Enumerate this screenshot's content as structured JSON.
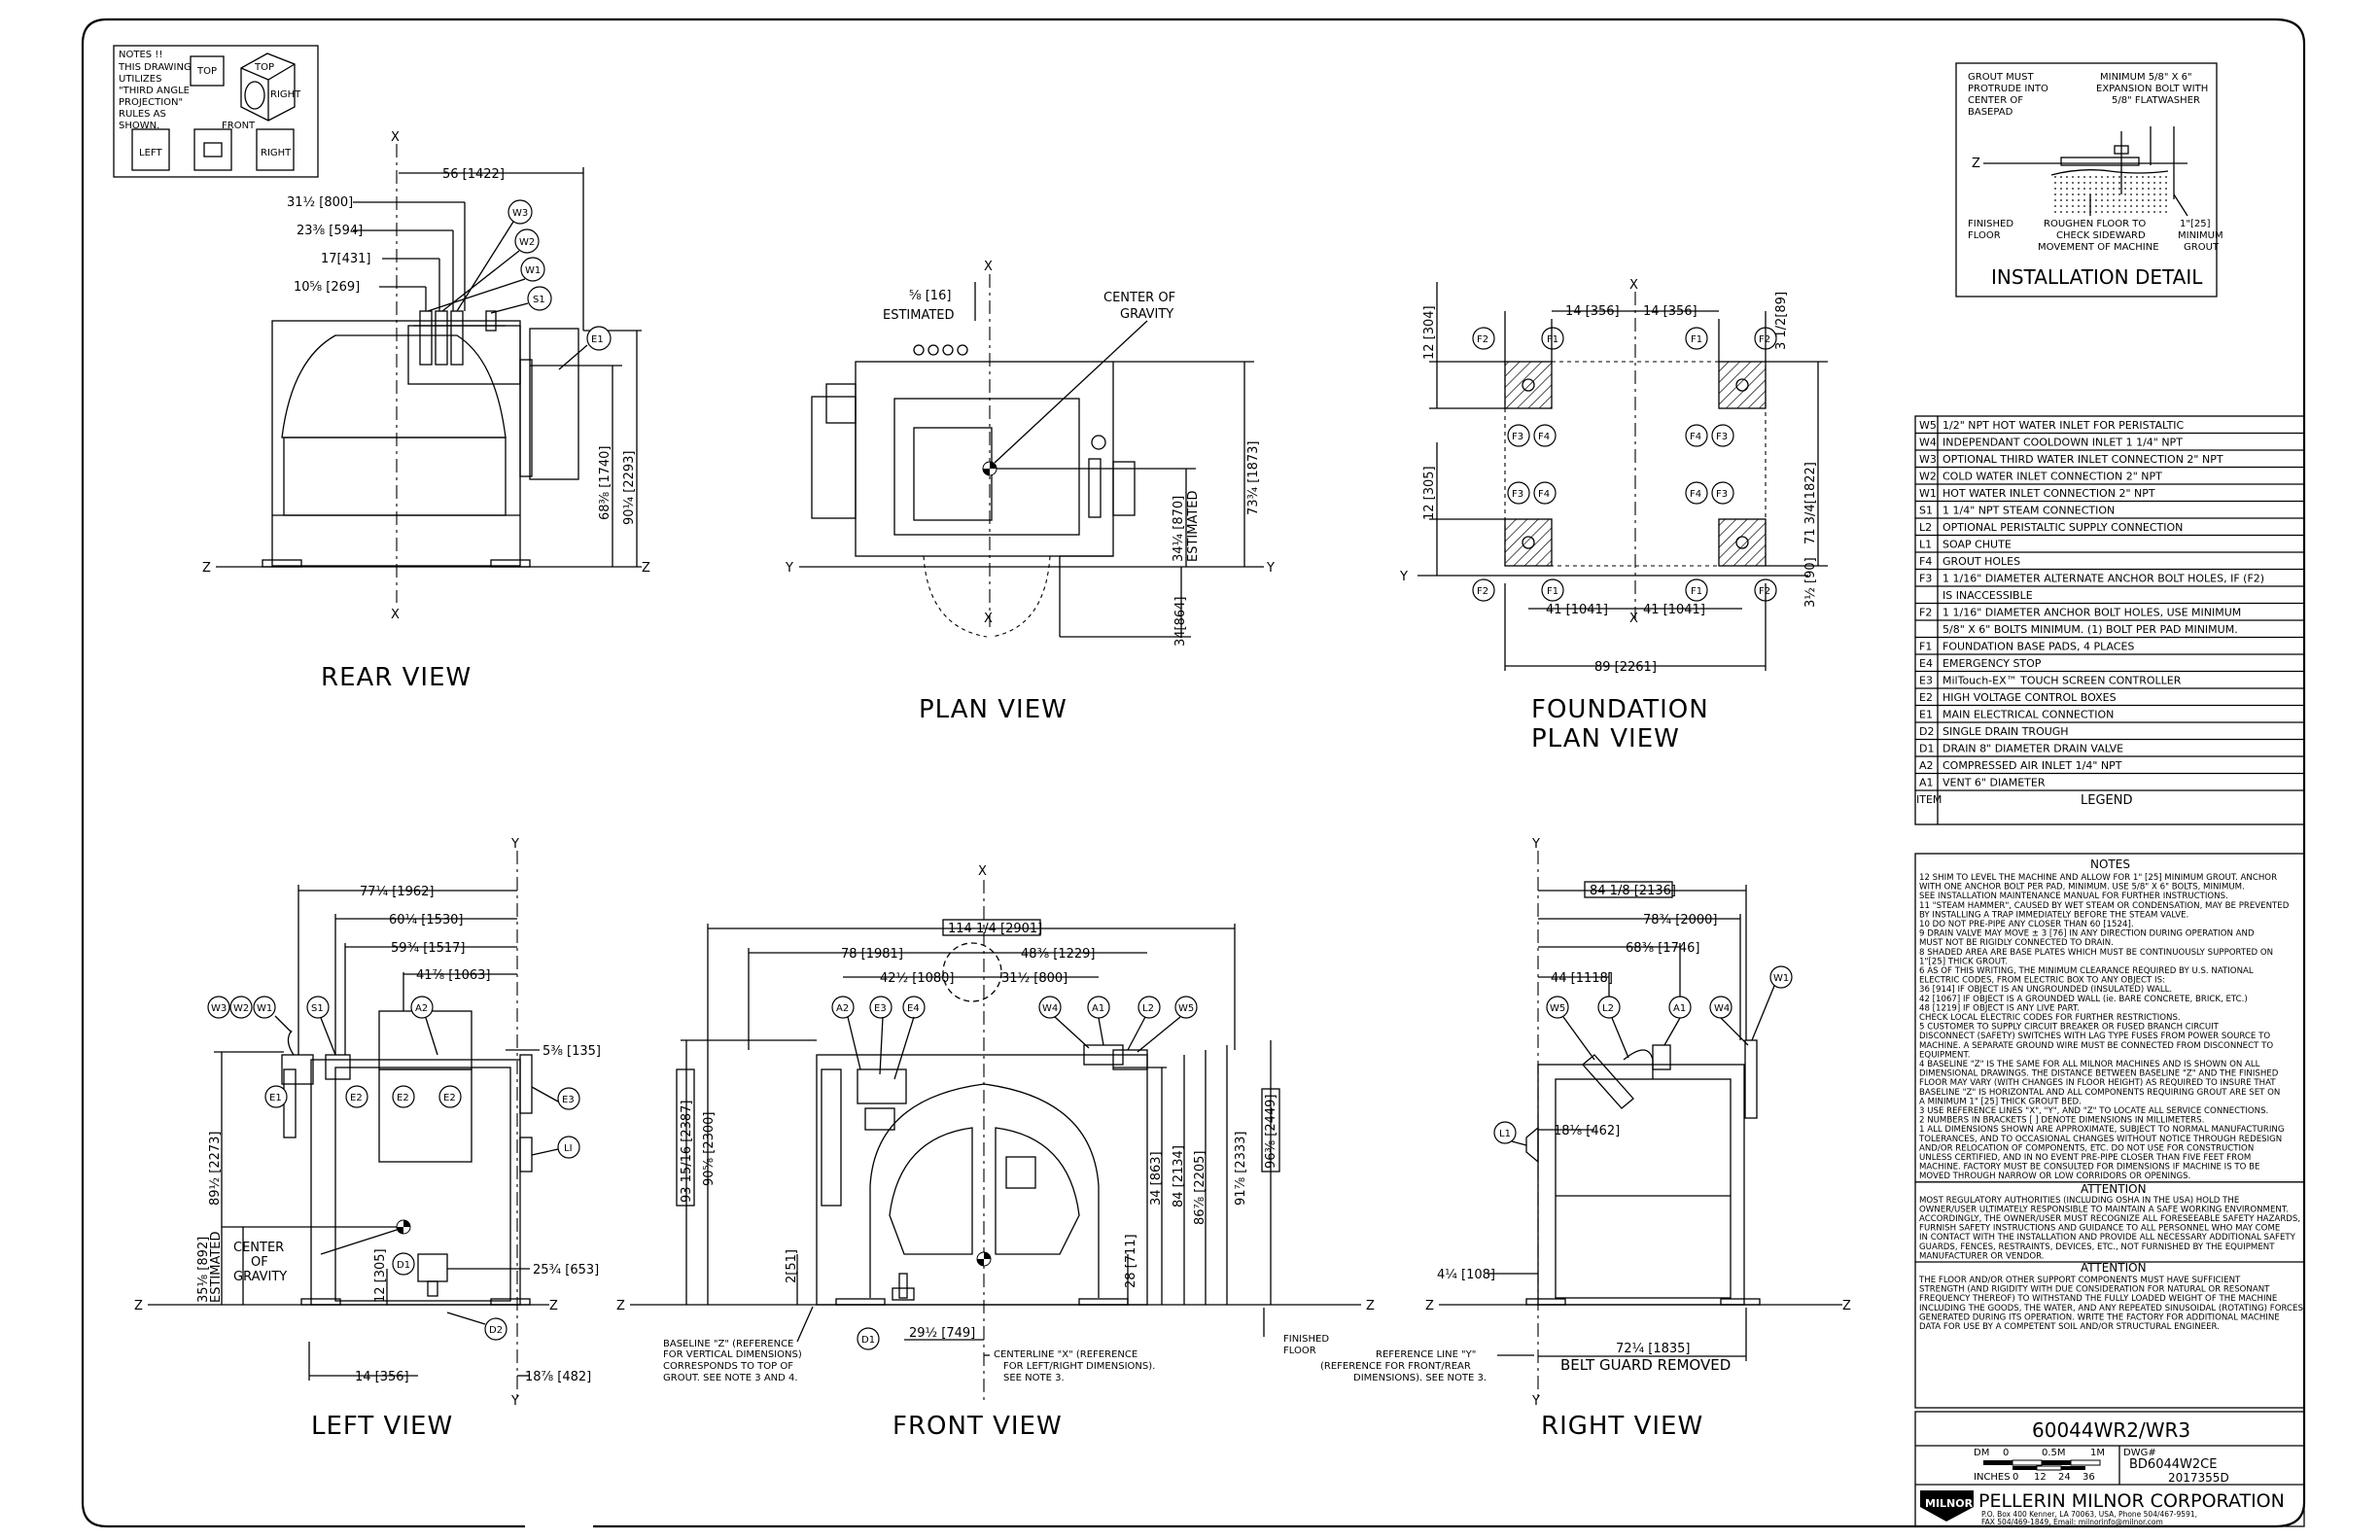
{
  "views": {
    "rear": "REAR VIEW",
    "plan": "PLAN VIEW",
    "foundation1": "FOUNDATION",
    "foundation2": "PLAN VIEW",
    "left": "LEFT VIEW",
    "front": "FRONT VIEW",
    "right": "RIGHT VIEW"
  },
  "projection_note": [
    "NOTES !!",
    "THIS DRAWING",
    "UTILIZES",
    "\"THIRD ANGLE",
    "PROJECTION\"",
    "RULES AS",
    "SHOWN."
  ],
  "projection_labels": {
    "top": "TOP",
    "top2": "TOP",
    "right": "RIGHT",
    "front": "FRONT",
    "left": "LEFT",
    "right2": "RIGHT"
  },
  "rear_dims": [
    "56 [1422]",
    "31½ [800]",
    "23⅜ [594]",
    "17[431]",
    "10⅝ [269]",
    "68⅜ [1740]",
    "90¼ [2293]"
  ],
  "plan_dims": [
    "⅝ [16]",
    "ESTIMATED",
    "CENTER OF",
    "GRAVITY",
    "34¼ [870]",
    "ESTIMATED",
    "73¾ [1873]",
    "34[864]"
  ],
  "foundation_dims": [
    "14 [356]",
    "14 [356]",
    "3 1/2[89]",
    "12 [304]",
    "12 [305]",
    "71 3/4[1822]",
    "41 [1041]",
    "41 [1041]",
    "3½ [90]",
    "89 [2261]"
  ],
  "left_dims": [
    "77¼ [1962]",
    "60¼ [1530]",
    "59¾ [1517]",
    "41⅞ [1063]",
    "5⅜ [135]",
    "89½ [2273]",
    "35⅛ [892]",
    "ESTIMATED",
    "CENTER",
    "OF",
    "GRAVITY",
    "12 [305]",
    "25¾ [653]",
    "14 [356]",
    "18⅞ [482]"
  ],
  "front_dims": [
    "114 1/4 [2901]",
    "78 [1981]",
    "48⅜ [1229]",
    "42½ [1080]",
    "31½ [800]",
    "93 15/16 [2387]",
    "90⅝ [2300]",
    "2[51]",
    "34 [863]",
    "84 [2134]",
    "86⅞ [2205]",
    "91⅞ [2333]",
    "96⅜ [2449]",
    "28 [711]",
    "29½ [749]"
  ],
  "right_dims": [
    "84 1/8 [2136]",
    "78¾ [2000]",
    "68⅜ [1746]",
    "44 [1118]",
    "18⅛ [462]",
    "4¼ [108]",
    "72¼ [1835]"
  ],
  "callouts": {
    "baseline": [
      "BASELINE \"Z\" (REFERENCE",
      "FOR VERTICAL DIMENSIONS)",
      "CORRESPONDS TO TOP OF",
      "GROUT. SEE NOTE 3 AND 4."
    ],
    "centerline": [
      "CENTERLINE \"X\" (REFERENCE",
      "FOR LEFT/RIGHT DIMENSIONS).",
      "SEE NOTE 3."
    ],
    "finished": [
      "FINISHED",
      "FLOOR"
    ],
    "refline": [
      "REFERENCE LINE \"Y\"",
      "(REFERENCE FOR FRONT/REAR",
      "DIMENSIONS).  SEE NOTE 3."
    ],
    "belt": "BELT GUARD REMOVED"
  },
  "install_detail": {
    "t1": [
      "GROUT MUST",
      "PROTRUDE INTO",
      "CENTER OF",
      "BASEPAD"
    ],
    "t2": [
      "MINIMUM 5/8\" X 6\"",
      "EXPANSION BOLT WITH",
      "5/8\" FLATWASHER"
    ],
    "t3": [
      "FINISHED",
      "FLOOR"
    ],
    "t4": [
      "ROUGHEN FLOOR TO",
      "CHECK SIDEWARD",
      "MOVEMENT OF MACHINE"
    ],
    "t5": [
      "1\"[25]",
      "MINIMUM",
      "GROUT"
    ],
    "title": "INSTALLATION DETAIL"
  },
  "legend": {
    "rows": [
      [
        "W5",
        "1/2\" NPT HOT WATER INLET FOR PERISTALTIC"
      ],
      [
        "W4",
        "INDEPENDANT COOLDOWN INLET 1 1/4\" NPT"
      ],
      [
        "W3",
        "OPTIONAL THIRD WATER INLET CONNECTION 2\" NPT"
      ],
      [
        "W2",
        "COLD WATER INLET CONNECTION 2\" NPT"
      ],
      [
        "W1",
        "HOT WATER INLET CONNECTION 2\" NPT"
      ],
      [
        "S1",
        "1 1/4\" NPT STEAM CONNECTION"
      ],
      [
        "L2",
        "OPTIONAL PERISTALTIC SUPPLY CONNECTION"
      ],
      [
        "L1",
        "SOAP CHUTE"
      ],
      [
        "F4",
        "GROUT HOLES"
      ],
      [
        "F3",
        "1 1/16\" DIAMETER ALTERNATE ANCHOR BOLT HOLES, IF (F2)"
      ],
      [
        "",
        "IS INACCESSIBLE"
      ],
      [
        "F2",
        "1 1/16\" DIAMETER ANCHOR BOLT HOLES, USE MINIMUM"
      ],
      [
        "",
        "5/8\" X 6\" BOLTS MINIMUM. (1) BOLT PER PAD MINIMUM."
      ],
      [
        "F1",
        "FOUNDATION BASE PADS, 4 PLACES"
      ],
      [
        "E4",
        "EMERGENCY STOP"
      ],
      [
        "E3",
        "MilTouch-EX™ TOUCH SCREEN CONTROLLER"
      ],
      [
        "E2",
        "HIGH VOLTAGE CONTROL BOXES"
      ],
      [
        "E1",
        "MAIN ELECTRICAL CONNECTION"
      ],
      [
        "D2",
        "SINGLE DRAIN TROUGH"
      ],
      [
        "D1",
        "DRAIN  8\" DIAMETER DRAIN VALVE"
      ],
      [
        "A2",
        "COMPRESSED AIR INLET 1/4\" NPT"
      ],
      [
        "A1",
        "VENT 6\" DIAMETER"
      ]
    ],
    "footer_item": "ITEM",
    "footer_title": "LEGEND"
  },
  "notes": {
    "title": "NOTES",
    "lines": [
      "12  SHIM TO LEVEL THE MACHINE AND ALLOW FOR 1\" [25] MINIMUM GROUT. ANCHOR",
      "     WITH ONE ANCHOR BOLT PER PAD, MINIMUM. USE 5/8\" X 6\" BOLTS, MINIMUM.",
      "     SEE INSTALLATION MAINTENANCE MANUAL FOR FURTHER INSTRUCTIONS.",
      "11  \"STEAM HAMMER\", CAUSED BY WET STEAM OR CONDENSATION, MAY BE PREVENTED",
      "     BY INSTALLING A TRAP IMMEDIATELY BEFORE THE STEAM VALVE.",
      "10  DO NOT PRE-PIPE ANY CLOSER THAN 60 [1524].",
      "9   DRAIN VALVE MAY MOVE ± 3 [76] IN ANY DIRECTION DURING OPERATION AND",
      "     MUST NOT BE RIGIDLY CONNECTED TO DRAIN.",
      "8   SHADED AREA ARE BASE PLATES WHICH MUST BE CONTINUOUSLY SUPPORTED ON",
      "     1\"[25] THICK GROUT.",
      "6   AS OF THIS WRITING, THE MINIMUM CLEARANCE REQUIRED BY U.S. NATIONAL",
      "     ELECTRIC CODES, FROM ELECTRIC BOX TO ANY OBJECT IS:",
      "       36 [914]  IF OBJECT IS AN UNGROUNDED (INSULATED) WALL.",
      "       42 [1067]  IF OBJECT IS A GROUNDED WALL (ie. BARE CONCRETE, BRICK, ETC.)",
      "       48 [1219]  IF OBJECT IS ANY LIVE PART.",
      "     CHECK LOCAL ELECTRIC CODES FOR FURTHER RESTRICTIONS.",
      "5   CUSTOMER TO SUPPLY CIRCUIT BREAKER OR FUSED BRANCH CIRCUIT",
      "     DISCONNECT (SAFETY) SWITCHES WITH LAG TYPE FUSES FROM POWER SOURCE TO",
      "     MACHINE. A SEPARATE GROUND WIRE MUST BE CONNECTED FROM DISCONNECT TO",
      "     EQUIPMENT.",
      "4   BASELINE \"Z\" IS THE SAME FOR ALL MILNOR MACHINES AND IS SHOWN ON ALL",
      "     DIMENSIONAL DRAWINGS. THE DISTANCE BETWEEN BASELINE \"Z\" AND THE FINISHED",
      "     FLOOR MAY VARY (WITH CHANGES IN FLOOR HEIGHT) AS REQUIRED TO INSURE THAT",
      "     BASELINE \"Z\" IS HORIZONTAL AND ALL COMPONENTS REQUIRING GROUT ARE SET ON",
      "     A MINIMUM 1\" [25] THICK GROUT BED.",
      "3   USE REFERENCE LINES \"X\", \"Y\", AND \"Z\" TO LOCATE ALL SERVICE CONNECTIONS.",
      "2   NUMBERS IN BRACKETS [ ] DENOTE DIMENSIONS IN MILLIMETERS.",
      "1   ALL DIMENSIONS SHOWN ARE APPROXIMATE, SUBJECT TO NORMAL MANUFACTURING",
      "     TOLERANCES, AND TO OCCASIONAL CHANGES WITHOUT NOTICE THROUGH REDESIGN",
      "     AND/OR RELOCATION OF COMPONENTS, ETC. DO NOT USE FOR CONSTRUCTION",
      "     UNLESS CERTIFIED, AND IN NO EVENT PRE-PIPE CLOSER THAN FIVE FEET FROM",
      "     MACHINE. FACTORY MUST BE CONSULTED FOR DIMENSIONS IF MACHINE IS TO BE",
      "     MOVED THROUGH NARROW OR LOW CORRIDORS OR OPENINGS."
    ]
  },
  "attention1": {
    "title": "ATTENTION",
    "lines": [
      "MOST REGULATORY AUTHORITIES (INCLUDING OSHA IN THE USA) HOLD THE",
      "OWNER/USER ULTIMATELY RESPONSIBLE TO MAINTAIN A SAFE WORKING ENVIRONMENT.",
      "ACCORDINGLY, THE OWNER/USER MUST RECOGNIZE ALL FORESEEABLE SAFETY HAZARDS,",
      "FURNISH SAFETY INSTRUCTIONS AND GUIDANCE TO ALL PERSONNEL WHO MAY COME",
      "IN CONTACT WITH THE INSTALLATION AND PROVIDE ALL NECESSARY ADDITIONAL SAFETY",
      "GUARDS, FENCES, RESTRAINTS, DEVICES, ETC., NOT FURNISHED BY THE EQUIPMENT",
      "MANUFACTURER OR VENDOR."
    ]
  },
  "attention2": {
    "title": "ATTENTION",
    "lines": [
      "THE FLOOR AND/OR OTHER SUPPORT COMPONENTS MUST HAVE SUFFICIENT",
      "STRENGTH (AND RIGIDITY WITH DUE CONSIDERATION FOR NATURAL OR RESONANT",
      "FREQUENCY THEREOF) TO WITHSTAND THE FULLY LOADED WEIGHT OF THE MACHINE",
      "INCLUDING THE GOODS, THE WATER, AND ANY REPEATED SINUSOIDAL (ROTATING) FORCES",
      "GENERATED DURING ITS OPERATION. WRITE THE FACTORY FOR ADDITIONAL MACHINE",
      "DATA FOR USE BY A COMPETENT SOIL AND/OR STRUCTURAL ENGINEER."
    ]
  },
  "titleblock": {
    "model": "60044WR2/WR3",
    "scale_dm": [
      "DM",
      "0",
      "0.5M",
      "1M"
    ],
    "scale_in": [
      "INCHES",
      "0",
      "12",
      "24",
      "36"
    ],
    "dwg_label": "DWG#",
    "dwg": "BD6044W2CE",
    "date": "2017355D",
    "logo": "MILNOR",
    "company": "PELLERIN MILNOR CORPORATION",
    "addr1": "P.O. Box 400 Kenner, LA 70063, USA, Phone 504/467-9591,",
    "addr2": "FAX 504/469-1849, Email: milnorinfo@milnor.com"
  },
  "axis": {
    "x": "X",
    "y": "Y",
    "z": "Z"
  }
}
